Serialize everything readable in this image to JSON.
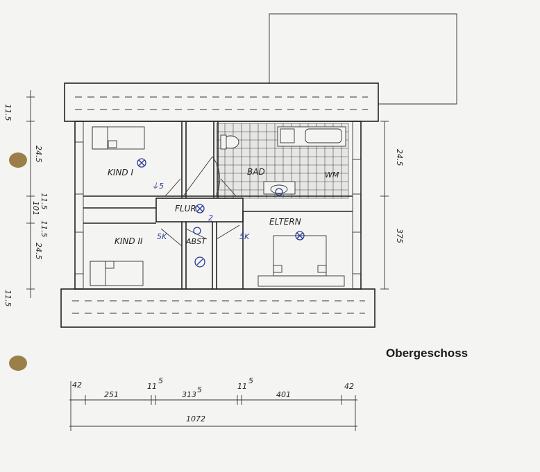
{
  "floor_title": "Obergeschoss",
  "rooms": {
    "kind1": "KIND I",
    "kind2": "KIND II",
    "bad": "BAD",
    "flur": "FLUR",
    "abst": "ABST",
    "eltern": "ELTERN",
    "wm": "WM"
  },
  "dimensions": {
    "bottom_segments": [
      "42",
      "251",
      "11",
      "313",
      "11",
      "401",
      "42"
    ],
    "bottom_superscripts": [
      "5",
      "5",
      "5"
    ],
    "bottom_total": "1072",
    "right": [
      "24.5",
      "375"
    ],
    "left": [
      "11.5",
      "24.5",
      "11.5",
      "101",
      "11.5",
      "24.5",
      "11.5"
    ]
  },
  "colors": {
    "ink": "#222222",
    "electrical": "#2a3a9a",
    "punch_hole": "#8a6a2a"
  }
}
